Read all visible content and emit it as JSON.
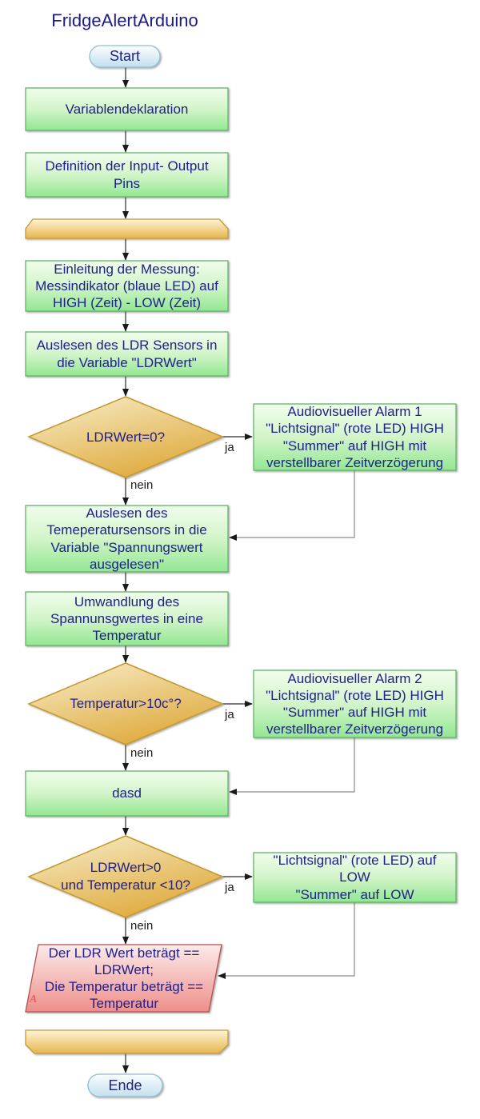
{
  "title": "FridgeAlertArduino",
  "edge_labels": {
    "yes": "ja",
    "no": "nein"
  },
  "nodes": {
    "start": {
      "label": "Start"
    },
    "variablendeklaration": {
      "label": "Variablendeklaration"
    },
    "pin_definition": {
      "label": "Definition der Input- Output\nPins"
    },
    "messung_einleitung": {
      "label": "Einleitung der Messung:\nMessindikator (blaue LED) auf\nHIGH (Zeit) - LOW (Zeit)"
    },
    "ldr_auslesen": {
      "label": "Auslesen des LDR Sensors in\ndie Variable \"LDRWert\""
    },
    "decision_ldr": {
      "label": "LDRWert=0?"
    },
    "alarm1": {
      "label": "Audiovisueller Alarm 1\n\"Lichtsignal\" (rote LED) HIGH\n\"Summer\" auf HIGH mit\nverstellbarer Zeitverzögerung"
    },
    "temp_auslesen": {
      "label": "Auslesen des\nTemeperatursensors in die\nVariable \"Spannungswert\nausgelesen\""
    },
    "umwandlung": {
      "label": "Umwandlung des\nSpannunsgwertes in eine\nTemperatur"
    },
    "decision_temp": {
      "label": "Temperatur>10c°?"
    },
    "alarm2": {
      "label": "Audiovisueller Alarm 2\n\"Lichtsignal\" (rote LED) HIGH\n\"Summer\" auf HIGH mit\nverstellbarer Zeitverzögerung"
    },
    "dasd": {
      "label": "dasd"
    },
    "decision_combined": {
      "label": "LDRWert>0\nund Temperatur <10?"
    },
    "alarm_off": {
      "label": "\"Lichtsignal\" (rote LED) auf\nLOW\n\"Summer\" auf LOW"
    },
    "output_values": {
      "label": "Der LDR Wert beträgt ==\nLDRWert;\nDie Temperatur beträgt ==\nTemperatur",
      "marker": "A"
    },
    "ende": {
      "label": "Ende"
    }
  },
  "colors": {
    "text": "#20208c",
    "process_fill_top": "#f1fdec",
    "process_fill_bottom": "#92e792",
    "process_border": "#62b469",
    "decision_fill_top": "#f7eecb",
    "decision_fill_bottom": "#e0ac41",
    "decision_border": "#c4992f",
    "terminator_fill_top": "#fafdfe",
    "terminator_fill_bottom": "#c3dfed",
    "terminator_border": "#93bdcf",
    "loop_fill_top": "#fdf5d7",
    "loop_fill_bottom": "#e7b54b",
    "loop_border": "#c79a39",
    "io_fill_top": "#fcebe9",
    "io_fill_bottom": "#ee8e8a",
    "io_border": "#b5504e",
    "connector": "#2b2b2b",
    "connector_secondary": "#8a8a8a"
  }
}
